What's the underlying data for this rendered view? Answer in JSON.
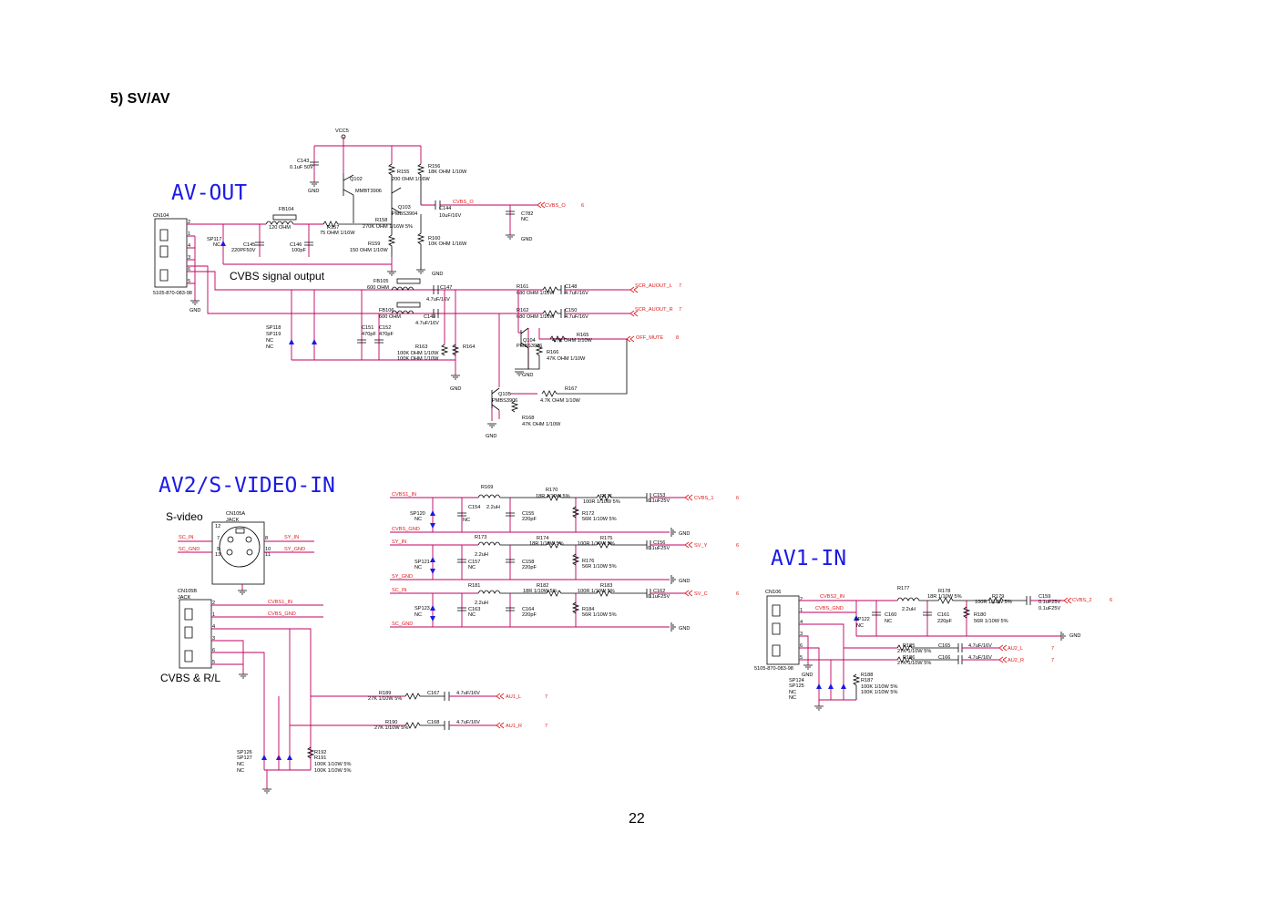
{
  "page": {
    "heading": "5) SV/AV",
    "page_number": "22"
  },
  "sections": {
    "av_out": "AV-OUT",
    "av2": "AV2/S-VIDEO-IN",
    "av1": "AV1-IN"
  },
  "notes": {
    "cvbs_output": "CVBS signal output",
    "svideo": "S-video",
    "cvbs_rl": "CVBS &  R/L"
  },
  "labels": {
    "vcc5": "VCC5",
    "cn104": "CN104",
    "cn104_pn": "5105-870-083-98",
    "gnd": "GND",
    "c143": "C143",
    "c143_v": "0.1uF 50V",
    "q102": "Q102",
    "q102_v": "MMBT3906",
    "r155": "R155",
    "r155_v": "200 OHM 1/16W",
    "r156": "R156",
    "r156_v": "18K OHM 1/10W",
    "q103": "Q103",
    "q103_v": "PMBS3904",
    "c144": "C144",
    "c144_v": "10uF/16V",
    "c782": "C782",
    "nc": "NC",
    "fb104": "FB104",
    "fb104_v": "120 OHM",
    "r157": "R157",
    "r157_v": "75 OHM 1/16W",
    "r158": "R158",
    "r158_v": "270K OHM 1/16W 5%",
    "r159": "R159",
    "r159_v": "150 OHM 1/10W",
    "r160": "R160",
    "r160_v": "10K OHM 1/16W",
    "sp117": "SP117",
    "c145": "C145",
    "c145_v": "220PF50V",
    "c146": "C146",
    "c146_v": "100pF",
    "fb105": "FB105",
    "fb_v": "600 OHM",
    "fb106": "FB106",
    "c147": "C147",
    "c149": "C149",
    "cap47": "4.7uF/16V",
    "r161": "R161",
    "r162": "R162",
    "r680": "680 OHM 1/10W",
    "c148": "C148",
    "c150": "C150",
    "cap47b": "4.7uF/16V",
    "sp118": "SP118",
    "sp119": "SP119",
    "c151": "C151",
    "c151_v": "470pF",
    "c152": "C152",
    "c152_v": "470pF",
    "r163": "R163",
    "r164": "R164",
    "r100k": "100K OHM 1/10W",
    "q104": "Q104",
    "q105": "Q105",
    "pmbs": "PMBS3906",
    "r165": "R165",
    "r165_v": "4.7K OHM 1/10W",
    "r166": "R166",
    "r166_v": "47K OHM 1/10W",
    "r167": "R167",
    "r167_v": "4.7K OHM 1/10W",
    "r168": "R168",
    "r168_v": "47K OHM 1/10W",
    "cn105a": "CN105A",
    "jack": "JACK",
    "cn105b": "CN105B",
    "r169": "R169",
    "c154": "C154",
    "l22": "2.2uH",
    "r170": "R170",
    "r18": "18R 1/10W 5%",
    "r171": "R171",
    "r100": "100R 1/10W 5%",
    "c153": "C153",
    "c01": "0.1uF25V",
    "sp120": "SP120",
    "sp121": "SP121",
    "sp123": "SP123",
    "c155": "C155",
    "c220": "220pF",
    "r172": "R172",
    "r56": "56R 1/10W 5%",
    "r173": "R173",
    "c157": "C157",
    "r174": "R174",
    "r175": "R175",
    "c156": "C156",
    "c158": "C158",
    "r176": "R176",
    "r181": "R181",
    "c163": "C163",
    "r182": "R182",
    "r183": "R183",
    "c162": "C162",
    "c164": "C164",
    "r184": "R184",
    "r189": "R189",
    "r27k": "27K 1/10W 5%",
    "c167": "C167",
    "r190": "R190",
    "c168": "C168",
    "sp126": "SP126",
    "sp127": "SP127",
    "r192": "R192",
    "r191": "R191",
    "r100k5": "100K 1/10W 5%",
    "cn106": "CN106",
    "cn106_pn": "5105-870-083-98",
    "r177": "R177",
    "r178": "R178",
    "r179": "R179",
    "c159": "C159",
    "c0125": "0.1uF25V",
    "sp122": "SP122",
    "c160": "C160",
    "c161": "C161",
    "r180": "R180",
    "r185": "R185",
    "r186": "R186",
    "c165": "C165",
    "c166": "C166",
    "sp124": "SP124",
    "sp125": "SP125",
    "r188": "R188",
    "r187": "R187"
  },
  "nets": {
    "cvbs_o": "CVBS_O",
    "scr_l": "SCR_AUOUT_L",
    "scr_r": "SCR_AUOUT_R",
    "off_mute": "OFF_MUTE",
    "cvbs1_in": "CVBS1_IN",
    "cvbs_gnd": "CVBS_GND",
    "sy_in": "SY_IN",
    "sy_gnd": "SY_GND",
    "sc_in": "SC_IN",
    "sc_gnd": "SC_GND",
    "cvbs_1": "CVBS_1",
    "sv_y": "SV_Y",
    "sv_c": "SV_C",
    "au1_l": "AU1_L",
    "au1_r": "AU1_R",
    "cvbs2_in": "CVBS2_IN",
    "cvbs_gnd2": "CVBS_GND",
    "cvbs_2": "CVBS_2",
    "au2_l": "AU2_L",
    "au2_r": "AU2_R"
  },
  "sheet_refs": {
    "six": "6",
    "seven": "7",
    "eight": "8"
  }
}
